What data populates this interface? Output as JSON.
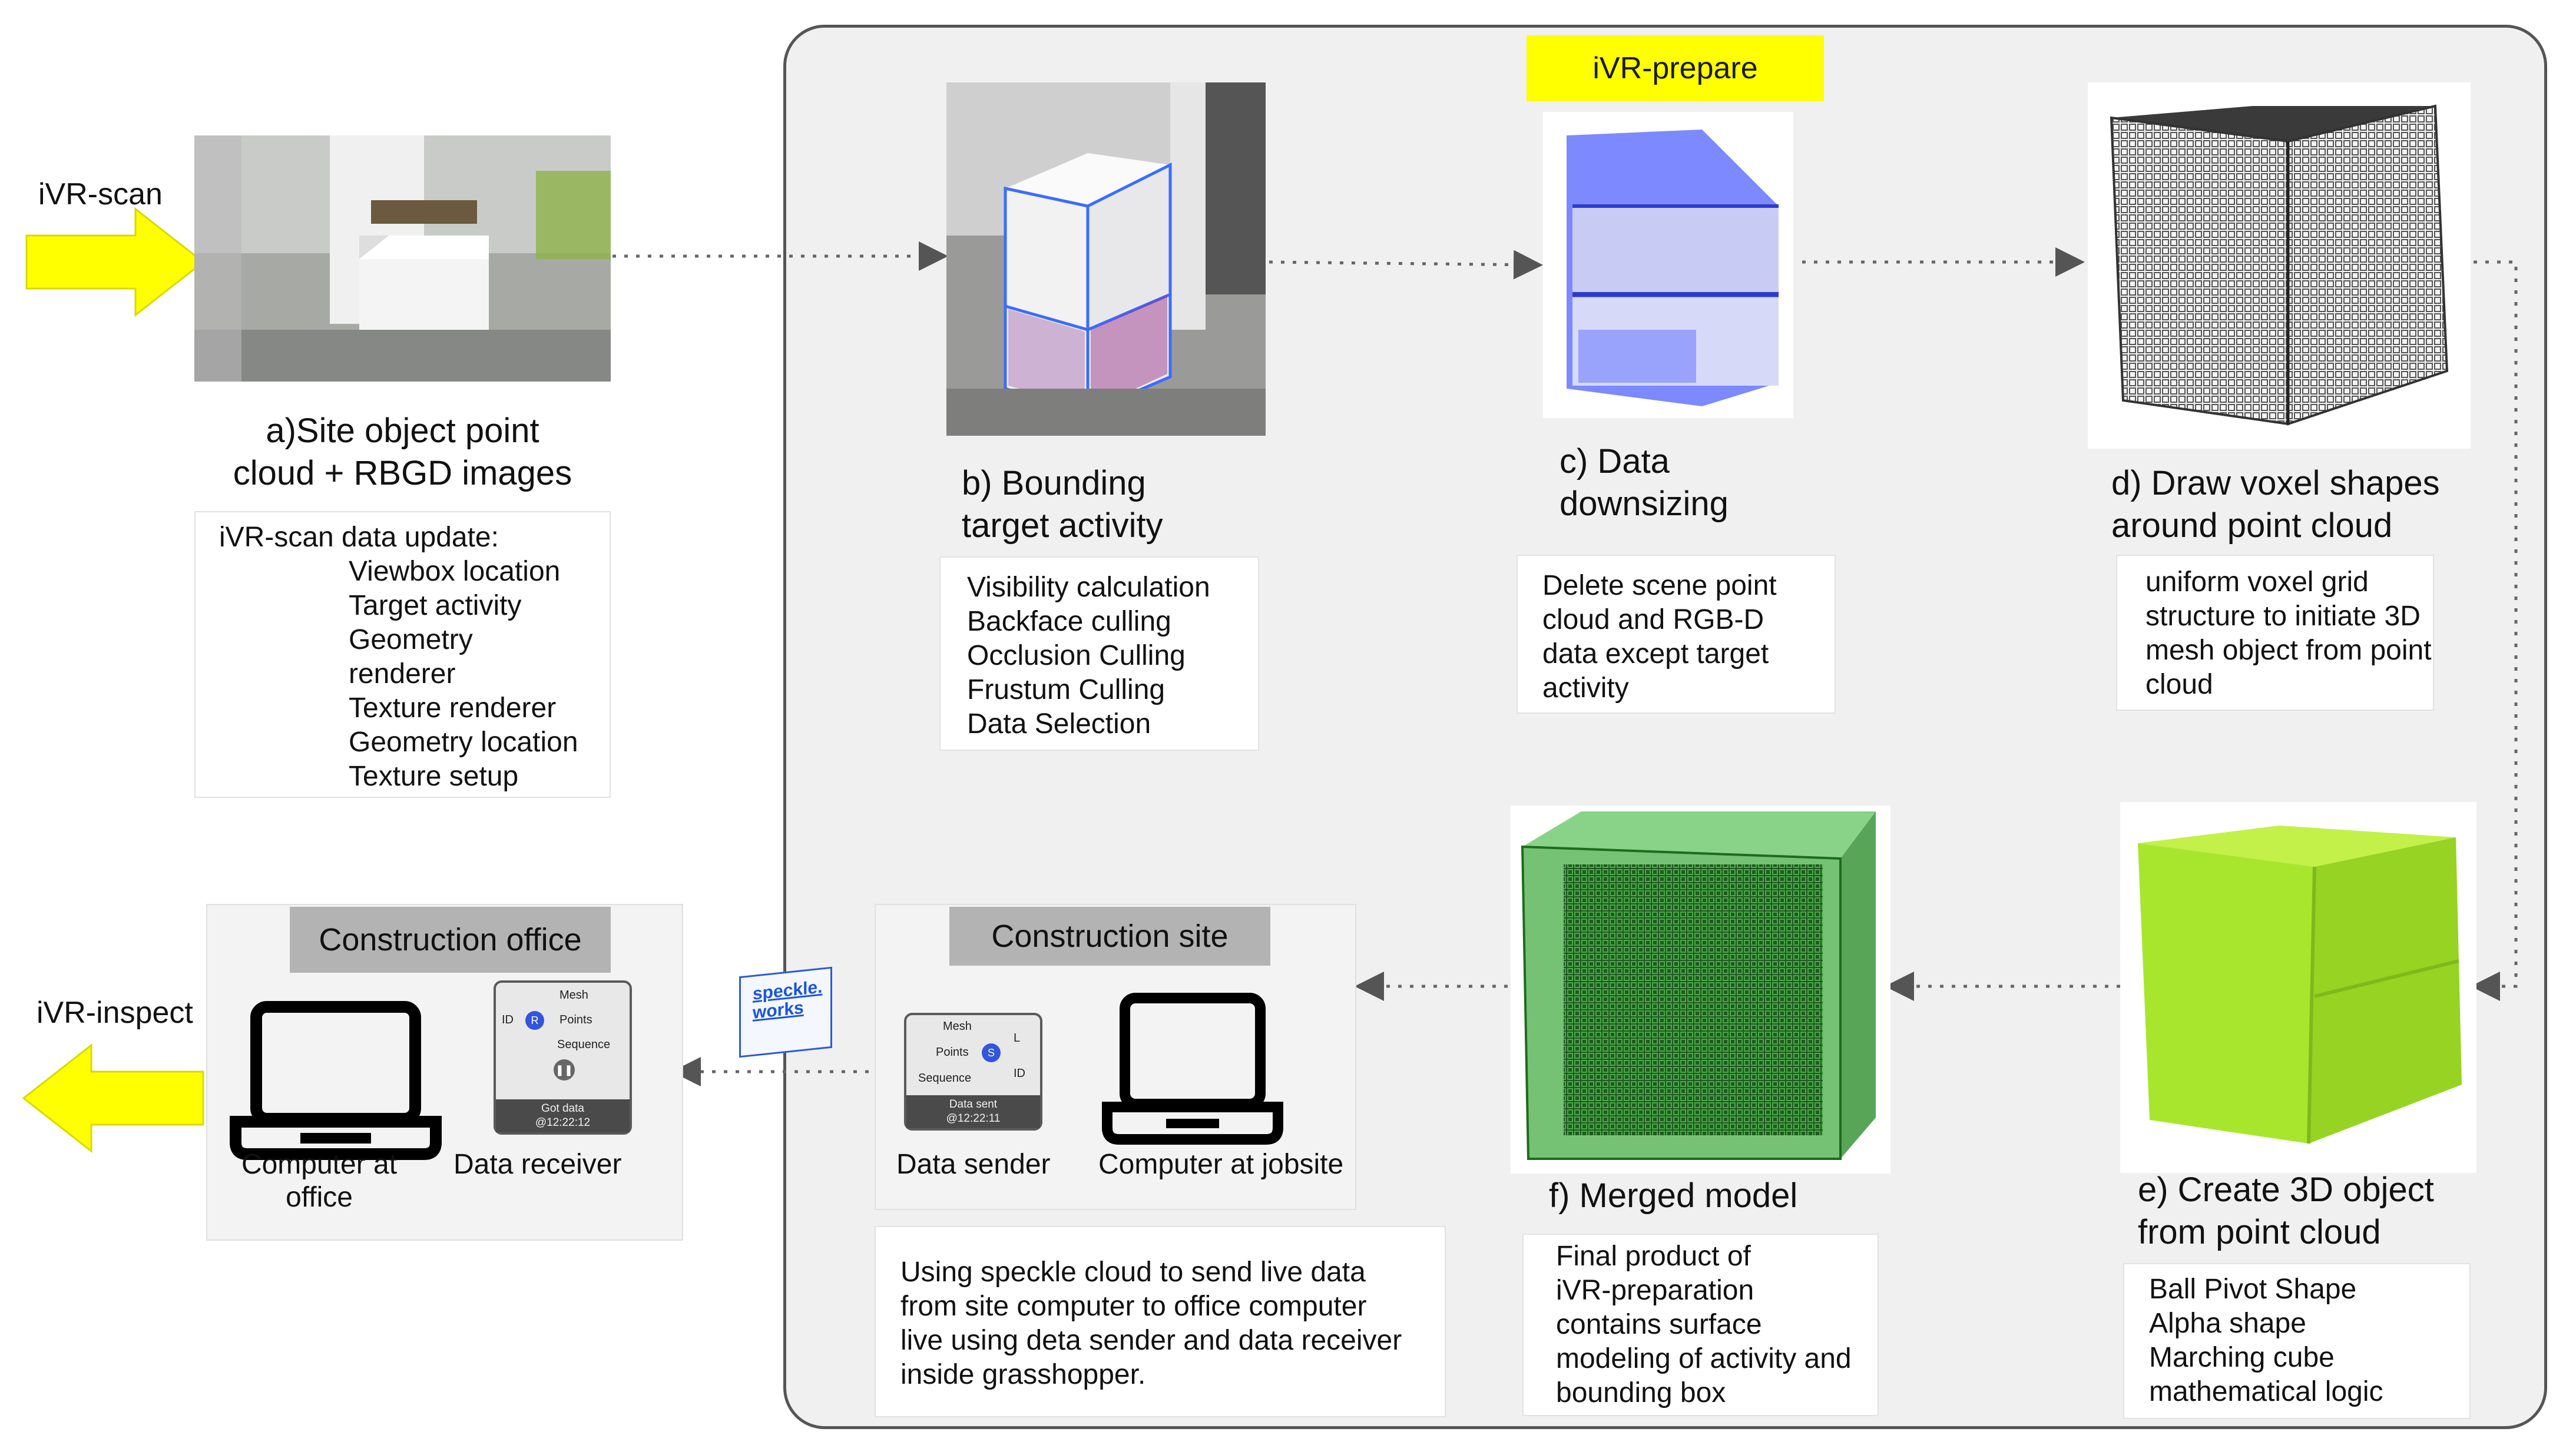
{
  "colors": {
    "yellow": "#ffff00",
    "panel_bg": "#f0f0f0",
    "panel_border": "#555555",
    "blue_cloud": "#5b6cff",
    "green_merged": "#33aa33",
    "lime_object": "#a8e62e",
    "gray_label": "#b3b3b3"
  },
  "flow": {
    "scan_label": "iVR-scan",
    "inspect_label": "iVR-inspect",
    "prepare_label": "iVR-prepare"
  },
  "step_a": {
    "title": "a)Site object point\ncloud + RBGD images",
    "box_heading": "iVR-scan data update:",
    "items": [
      "Viewbox location",
      "Target activity",
      "Geometry",
      "renderer",
      "Texture renderer",
      "Geometry location",
      "Texture setup"
    ]
  },
  "step_b": {
    "title": "b) Bounding\ntarget activity",
    "items": [
      "Visibility calculation",
      "Backface culling",
      "Occlusion Culling",
      "Frustum Culling",
      "Data Selection"
    ]
  },
  "step_c": {
    "title": "c) Data\ndownsizing",
    "text": "Delete scene point\ncloud and RGB-D\ndata except target\nactivity"
  },
  "step_d": {
    "title": "d) Draw voxel shapes\naround point cloud",
    "text": "uniform voxel grid\nstructure to initiate 3D\nmesh object from point\ncloud"
  },
  "step_e": {
    "title": "e) Create 3D object\nfrom point cloud",
    "items": [
      "Ball Pivot Shape",
      "Alpha shape",
      "Marching cube",
      "mathematical logic"
    ]
  },
  "step_f": {
    "title": "f) Merged model",
    "text": "Final product of\niVR-preparation\ncontains surface\nmodeling of activity and\nbounding box"
  },
  "site": {
    "label": "Construction site",
    "sender_caption": "Data sender",
    "computer_caption": "Computer at jobsite",
    "note": "Using speckle cloud to send live data\nfrom site computer to office computer\nlive using deta sender and data receiver\ninside grasshopper.",
    "node": {
      "mesh": "Mesh",
      "points": "Points",
      "sequence": "Sequence",
      "l": "L",
      "id": "ID",
      "status": "Data sent\n@12:22:11"
    }
  },
  "office": {
    "label": "Construction office",
    "computer_caption": "Computer at\noffice",
    "receiver_caption": "Data receiver",
    "node": {
      "mesh": "Mesh",
      "points": "Points",
      "sequence": "Sequence",
      "id": "ID",
      "status": "Got data\n@12:22:12"
    }
  },
  "speckle": {
    "logo": "speckle.\nworks"
  }
}
